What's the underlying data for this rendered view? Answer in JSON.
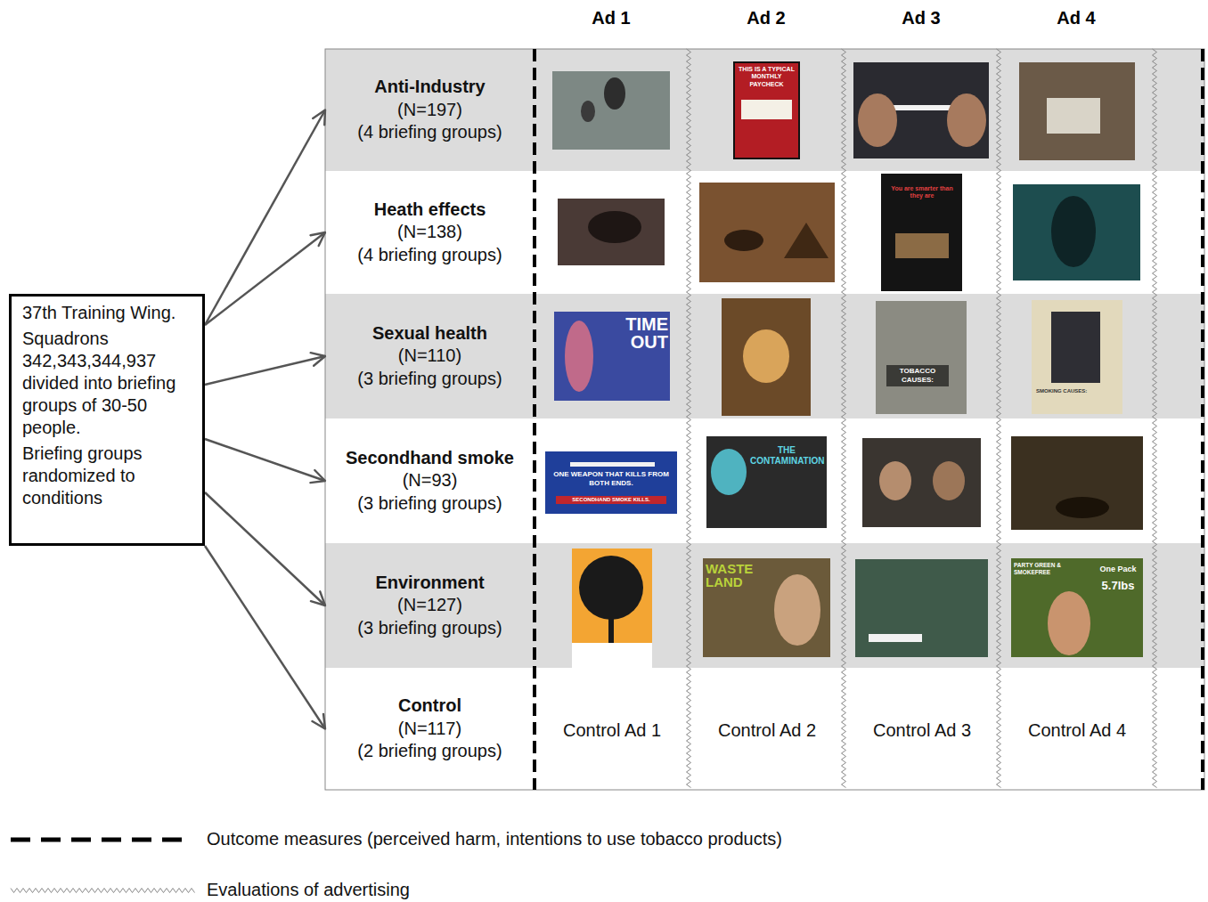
{
  "diagram": {
    "nodes": [
      {
        "text": [
          "37th Training Wing.",
          "Squadrons 342,343,344,937 divided into briefing groups of 30-50 people.",
          "Briefing groups randomized to conditions"
        ]
      },
      {
        "text": [
          "Anti-Industry",
          "(N=197)",
          "(4 briefing groups)"
        ]
      },
      {
        "text": [
          "Heath effects",
          "(N=138)",
          "(4 briefing groups)"
        ]
      },
      {
        "text": [
          "Sexual health",
          "(N=110)",
          "(3 briefing groups)"
        ]
      },
      {
        "text": [
          "Secondhand smoke",
          "(N=93)",
          "(3 briefing groups)"
        ]
      },
      {
        "text": [
          "Environment",
          "(N=127)",
          "(3 briefing groups)"
        ]
      },
      {
        "text": [
          "Control",
          "(N=117)",
          "(2 briefing groups)"
        ]
      }
    ],
    "edges": [
      {
        "from": 0,
        "to": 1,
        "arrow": "to"
      },
      {
        "from": 0,
        "to": 2,
        "arrow": "to"
      },
      {
        "from": 0,
        "to": 3,
        "arrow": "to"
      },
      {
        "from": 0,
        "to": 4,
        "arrow": "to"
      },
      {
        "from": 0,
        "to": 5,
        "arrow": "to"
      },
      {
        "from": 0,
        "to": 6,
        "arrow": "to"
      }
    ],
    "labels": [
      "Ad 1",
      "Ad 2",
      "Ad 3",
      "Ad 4",
      "Control Ad 1",
      "Control Ad 2",
      "Control Ad 3",
      "Control Ad 4",
      "THIS IS A TYPICAL MONTHLY PAYCHECK",
      "TIME OUT",
      "TOBACCO CAUSES:",
      "SMOKING CAUSES:",
      "ONE WEAPON THAT KILLS FROM BOTH ENDS.",
      "SECONDHAND SMOKE KILLS.",
      "THE CONTAMINATION",
      "WASTE LAND",
      "PARTY GREEN & SMOKEFREE",
      "One Pack",
      "5.7lbs",
      "You are smarter than they are"
    ],
    "legend": [
      {
        "text": "Outcome measures (perceived harm, intentions to use tobacco products)"
      },
      {
        "text": "Evaluations of advertising"
      }
    ]
  }
}
